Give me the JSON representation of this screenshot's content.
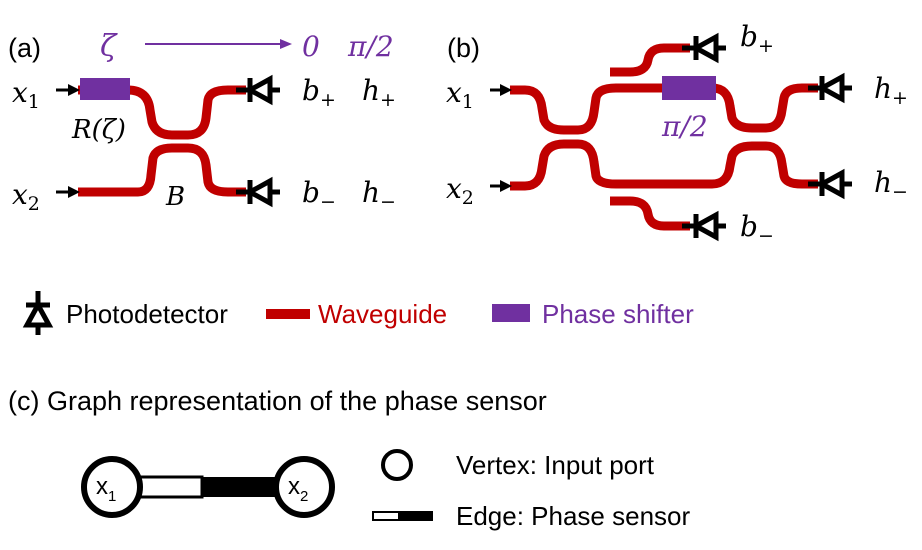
{
  "colors": {
    "waveguide": "#c00000",
    "phase_shifter": "#7030a0",
    "text": "#000000"
  },
  "panel_a": {
    "label": "(a)",
    "zeta": "ζ",
    "sweep_zero": "0",
    "sweep_pi2": "π/2",
    "x1": "x",
    "x1_sub": "1",
    "x2": "x",
    "x2_sub": "2",
    "rotation": "R(ζ)",
    "beamsplitter": "B",
    "b_plus": "b",
    "b_plus_sub": "+",
    "h_plus": "h",
    "h_plus_sub": "+",
    "b_minus": "b",
    "b_minus_sub": "−",
    "h_minus": "h",
    "h_minus_sub": "−"
  },
  "panel_b": {
    "label": "(b)",
    "x1": "x",
    "x1_sub": "1",
    "x2": "x",
    "x2_sub": "2",
    "phase": "π/2",
    "b_plus": "b",
    "b_plus_sub": "+",
    "h_plus": "h",
    "h_plus_sub": "+",
    "b_minus": "b",
    "b_minus_sub": "−",
    "h_minus": "h",
    "h_minus_sub": "−"
  },
  "legend": {
    "photodetector": "Photodetector",
    "waveguide": "Waveguide",
    "phase_shifter": "Phase shifter"
  },
  "panel_c": {
    "title": "(c) Graph representation of the phase sensor",
    "v1": "x",
    "v1_sub": "1",
    "v2": "x",
    "v2_sub": "2",
    "vertex_legend": "Vertex: Input port",
    "edge_legend": "Edge: Phase sensor"
  },
  "icons": [
    "photodetector-icon",
    "arrow-icon",
    "circle-vertex-icon",
    "edge-icon"
  ]
}
